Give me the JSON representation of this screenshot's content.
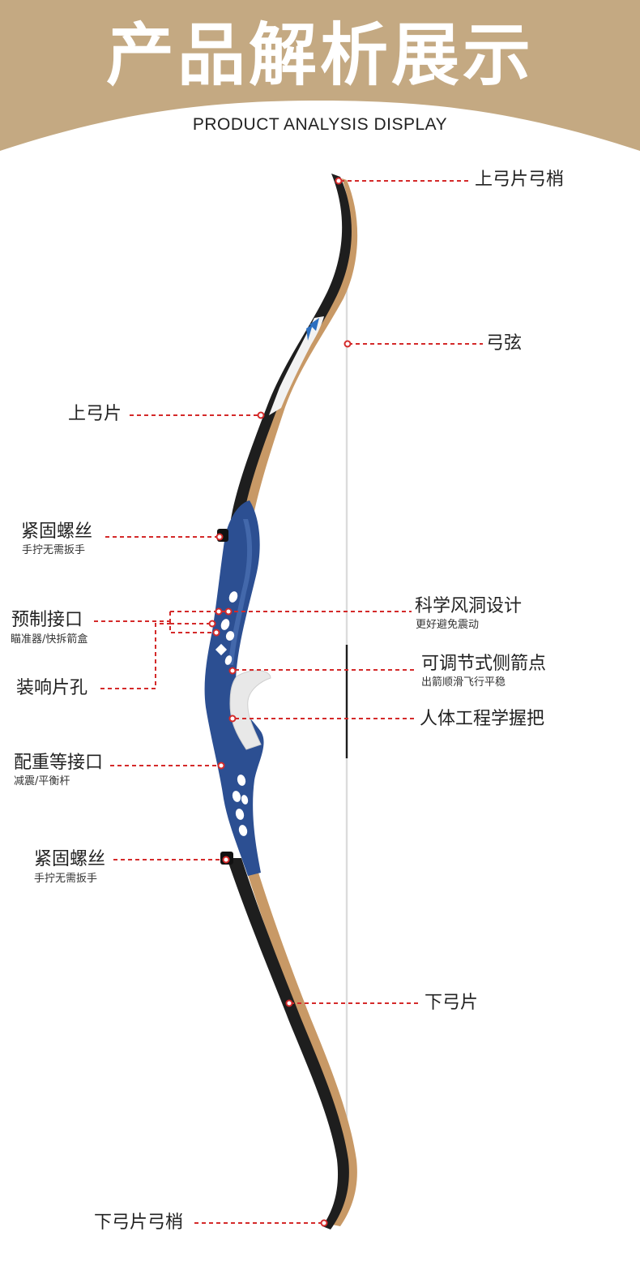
{
  "header": {
    "title": "产品解析展示",
    "subtitle": "PRODUCT ANALYSIS DISPLAY"
  },
  "colors": {
    "banner": "#c4a982",
    "callout_line": "#d42a2a",
    "riser_blue": "#2c4f92",
    "limb_black": "#1e1e1e",
    "limb_wood": "#c89966"
  },
  "labels": {
    "upper_limb_tip": "上弓片弓梢",
    "bowstring": "弓弦",
    "upper_limb": "上弓片",
    "fastening_screw_top": "紧固螺丝",
    "fastening_screw_top_sub": "手拧无需扳手",
    "preset_interface": "预制接口",
    "preset_interface_sub": "瞄准器/快拆箭盒",
    "clicker_hole": "装响片孔",
    "wind_tunnel": "科学风洞设计",
    "wind_tunnel_sub": "更好避免震动",
    "arrow_rest": "可调节式侧箭点",
    "arrow_rest_sub": "出箭顺滑飞行平稳",
    "ergonomic_grip": "人体工程学握把",
    "weight_interface": "配重等接口",
    "weight_interface_sub": "减震/平衡杆",
    "fastening_screw_bottom": "紧固螺丝",
    "fastening_screw_bottom_sub": "手拧无需扳手",
    "lower_limb": "下弓片",
    "lower_limb_tip": "下弓片弓梢"
  }
}
